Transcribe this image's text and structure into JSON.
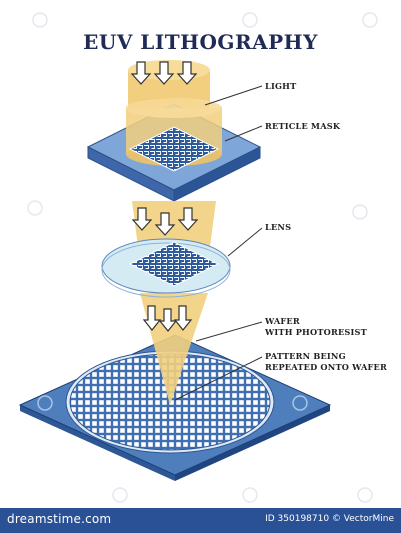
{
  "title": "EUV LITHOGRAPHY",
  "labels": {
    "light": "LIGHT",
    "reticle_mask": "RETICLE MASK",
    "lens": "LENS",
    "wafer": "WAFER\nWITH PHOTORESIST",
    "pattern": "PATTERN BEING\nREPEATED ONTO WAFER"
  },
  "footer": {
    "brand": "dreamstime.com",
    "credit": "ID 350198710 © VectorMine"
  },
  "colors": {
    "title": "#1f2a55",
    "beam": "#f2cf7e",
    "beam_dark": "#e9b24f",
    "mask_top": "#7fa6d8",
    "mask_side": "#3d67a8",
    "chip": "#2e5a99",
    "lens": "#cfe6ef",
    "wafer_plate": "#4f7ebc",
    "footer_bg": "#2a5196"
  }
}
